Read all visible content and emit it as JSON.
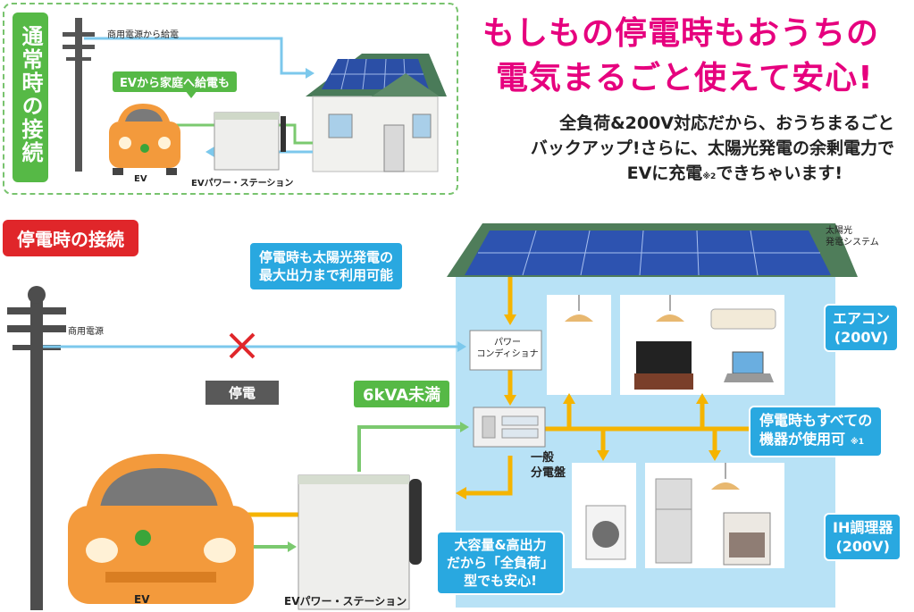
{
  "headline": {
    "line1": "もしもの停電時もおうちの",
    "line2": "電気まるごと使えて安心!"
  },
  "subtext": {
    "line1": "全負荷&200V対応だから、おうちまるごと",
    "line2": "バックアップ!さらに、太陽光発電の余剰電力で",
    "line3a": "EVに充電",
    "line3_note": "※2",
    "line3b": "できちゃいます!"
  },
  "normal": {
    "title": "通常時の接続",
    "grid_label": "商用電源から給電",
    "ev_to_home": "EVから家庭へ給電も",
    "ev_label": "EV",
    "station_label": "EVパワー・ステーション"
  },
  "outage": {
    "title": "停電時の接続",
    "grid_label": "商用電源",
    "outage_label": "停電",
    "solar_system": [
      "太陽光",
      "発電システム"
    ],
    "solar_callout": [
      "停電時も太陽光発電の",
      "最大出力まで利用可能"
    ],
    "power_conditioner": [
      "パワー",
      "コンディショナ"
    ],
    "kva_label": "6kVA未満",
    "panel_label": [
      "一般",
      "分電盤"
    ],
    "aircon_callout": [
      "エアコン",
      "(200V)"
    ],
    "all_devices_callout": [
      "停電時もすべての",
      "機器が使用可"
    ],
    "all_devices_note": "※1",
    "ih_callout": [
      "IH調理器",
      "(200V)"
    ],
    "capacity_callout": [
      "大容量&高出力",
      "だから「全負荷」",
      "型でも安心!"
    ],
    "ev_label": "EV",
    "station_label": "EVパワー・ステーション"
  },
  "colors": {
    "headline": "#e6007e",
    "callout": "#29a8e0",
    "green": "#56b946",
    "red": "#e0262a",
    "flow_yellow": "#f5b400",
    "house_blue": "#b8e2f6",
    "ev_orange": "#f39a3c"
  }
}
